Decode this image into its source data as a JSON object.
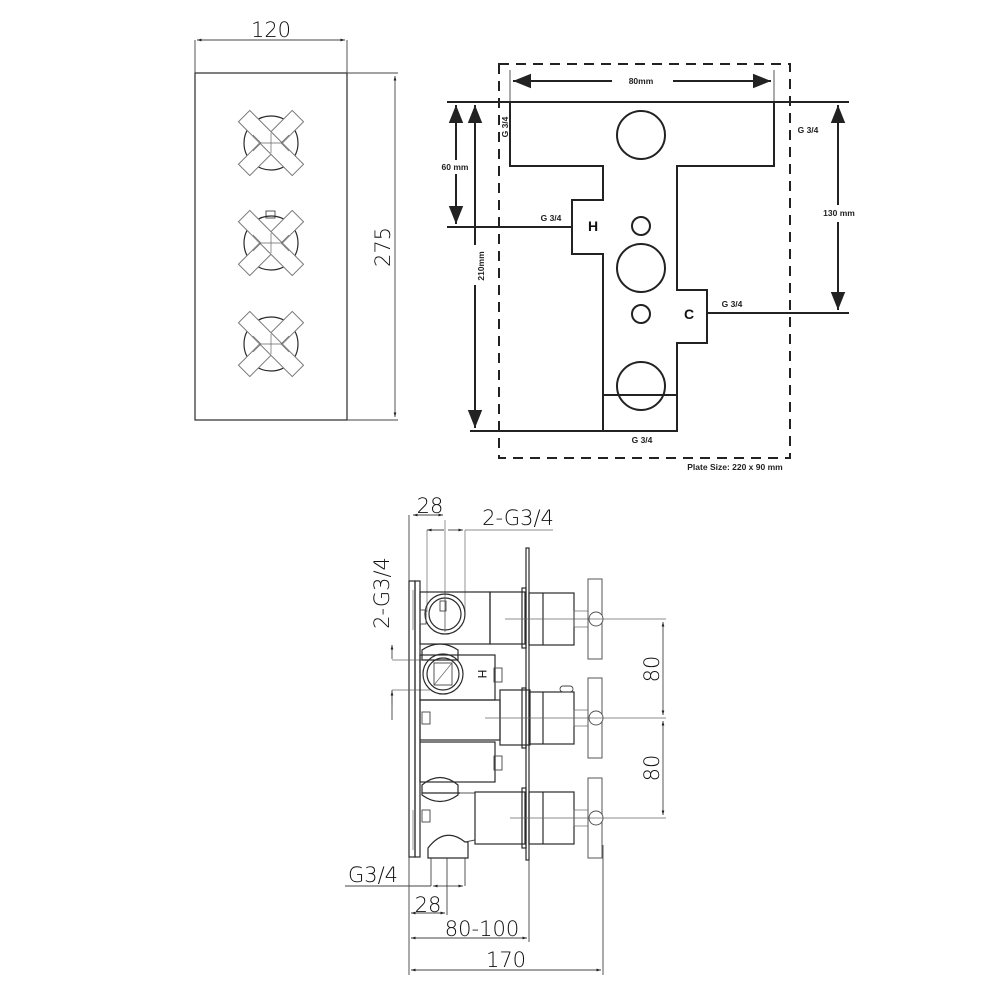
{
  "front_view": {
    "width_label": "120",
    "height_label": "275",
    "handles": 3
  },
  "plate_view": {
    "top_width_label": "80mm",
    "left_dim_label": "60 mm",
    "long_dim_label": "210mm",
    "right_dim_label": "130 mm",
    "top_left_port": "G 3/4",
    "top_right_port": "G 3/4",
    "hot_port": "G 3/4",
    "cold_port": "G 3/4",
    "bottom_port": "G 3/4",
    "hot_marker": "H",
    "cold_marker": "C",
    "plate_size": "Plate Size: 220 x 90 mm"
  },
  "side_view": {
    "top_offset_label": "28",
    "top_outlet_label": "2-G3/4",
    "left_inlet_label": "2-G3/4",
    "spacing_1_label": "80",
    "spacing_2_label": "80",
    "bottom_port_label": "G3/4",
    "bottom_offset_label": "28",
    "wall_depth_label": "80-100",
    "total_depth_label": "170",
    "hot_marker": "H"
  }
}
